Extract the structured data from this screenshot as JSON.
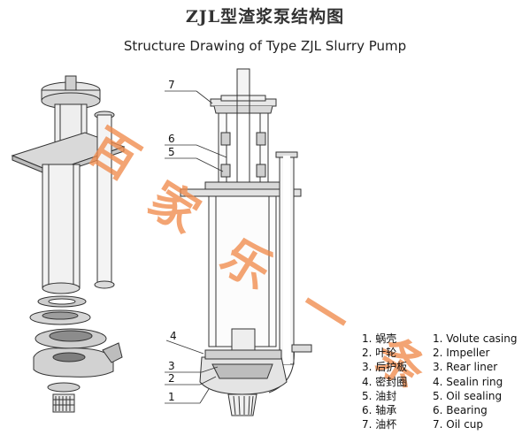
{
  "title_cn": "ZJL型渣浆泵结构图",
  "title_en": "Structure Drawing of Type ZJL Slurry Pump",
  "callouts": [
    "7",
    "6",
    "5",
    "4",
    "3",
    "2",
    "1"
  ],
  "legend_cn": [
    "1. 蜗壳",
    "2. 叶轮",
    "3. 后护板",
    "4. 密封圈",
    "5. 油封",
    "6. 轴承",
    "7. 油杯"
  ],
  "legend_en": [
    "1. Volute casing",
    "2. Impeller",
    "3. Rear liner",
    "4. Sealin ring",
    "5. Oil sealing",
    "6. Bearing",
    "7. Oil cup"
  ],
  "watermark": "百家乐一条",
  "watermark_color": "#f08a4b"
}
